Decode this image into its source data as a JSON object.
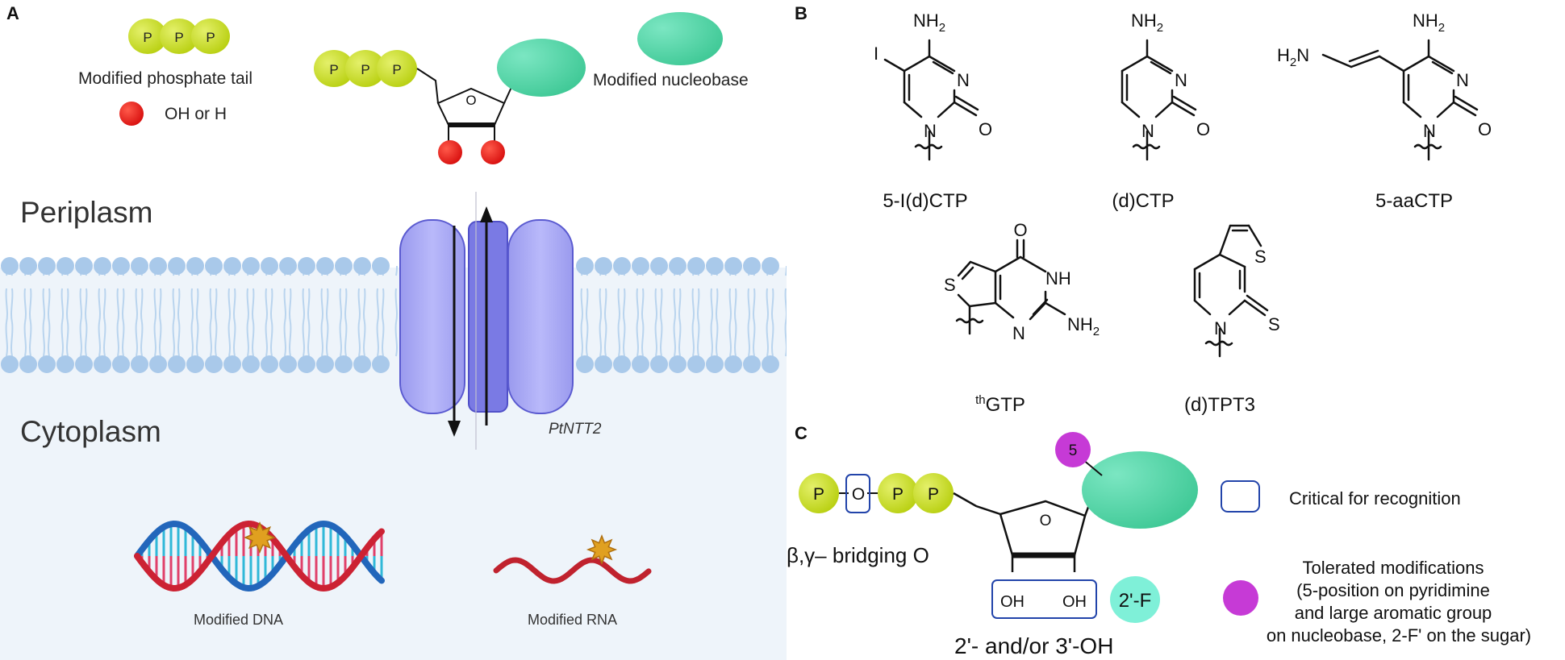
{
  "panels": {
    "a": {
      "letter": "A",
      "legend_phosphate": "Modified phosphate tail",
      "legend_oh": "OH or H",
      "legend_nucleobase": "Modified nucleobase",
      "phosphate_letter": "P",
      "periplasm": "Periplasm",
      "cytoplasm": "Cytoplasm",
      "transporter": "PtNTT2",
      "dna": "Modified  DNA",
      "rna": "Modified RNA"
    },
    "b": {
      "letter": "B",
      "compounds": [
        "5-I(d)CTP",
        "(d)CTP",
        "5-aaCTP",
        "GTP",
        "(d)TPT3"
      ],
      "thgtp_prefix": "th",
      "atoms": {
        "nh2": "NH",
        "h2n": "H",
        "sub2": "2",
        "n": "N",
        "o": "O",
        "i": "I",
        "s": "S",
        "nh": "NH",
        "h2n_tail": "N"
      }
    },
    "c": {
      "letter": "C",
      "p": "P",
      "o": "O",
      "five": "5",
      "oh": "OH",
      "two_f": "2'-F",
      "bridging": "β,γ– bridging O",
      "hydroxyls": "2'- and/or 3'-OH",
      "legend_critical": "Critical for recognition",
      "legend_tolerated": [
        "Tolerated modifications",
        "(5-position on pyridimine",
        "and large aromatic group",
        "on nucleobase, 2-F' on the sugar)"
      ]
    }
  },
  "colors": {
    "phosphate": "#c8dc1e",
    "phosphate_dark": "#9db810",
    "nucleobase": "#55d6a8",
    "oh_dot": "#e8161a",
    "membrane_head": "#a9c9ea",
    "membrane_tail": "#b7d3ee",
    "cytoplasm_bg": "#eef5fb",
    "transporter": "#a6a6f4",
    "transporter_core": "#6b6bdc",
    "dna_red": "#cc2233",
    "dna_blue": "#2266bb",
    "star": "#e0a020",
    "box_blue": "#2244aa",
    "magenta": "#c63ad6",
    "aqua": "#7ff0d8"
  }
}
